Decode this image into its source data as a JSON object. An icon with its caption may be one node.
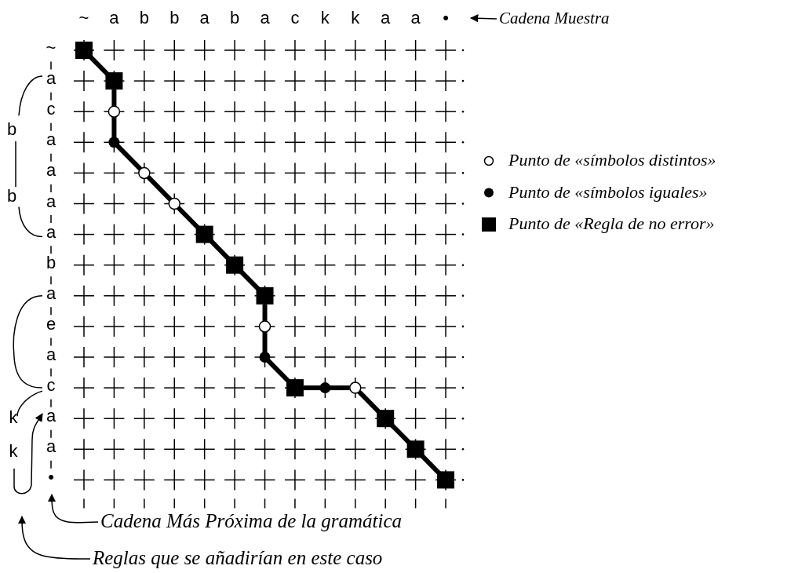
{
  "diagram": {
    "nodes": [
      {
        "text": [],
        "shape": "box"
      },
      {
        "text": [],
        "shape": "box"
      },
      {
        "text": [],
        "shape": "circle"
      },
      {
        "text": [],
        "shape": "dot"
      },
      {
        "text": [],
        "shape": "circle"
      },
      {
        "text": [],
        "shape": "circle"
      },
      {
        "text": [],
        "shape": "box"
      },
      {
        "text": [],
        "shape": "box"
      },
      {
        "text": [],
        "shape": "box"
      },
      {
        "text": [],
        "shape": "circle"
      },
      {
        "text": [],
        "shape": "dot"
      },
      {
        "text": [],
        "shape": "box"
      },
      {
        "text": [],
        "shape": "dot"
      },
      {
        "text": [],
        "shape": "circle"
      },
      {
        "text": [],
        "shape": "box"
      },
      {
        "text": [],
        "shape": "box"
      },
      {
        "text": [],
        "shape": "box"
      },
      {
        "text": [
          "Cadena Muestra"
        ]
      },
      {
        "text": [
          "Cadena Más Próxima de la gramática"
        ]
      },
      {
        "text": [
          "Reglas que se añadirían en este caso"
        ]
      }
    ],
    "edges": [
      {
        "from": 0,
        "to": 1,
        "arrow": "none"
      },
      {
        "from": 1,
        "to": 2,
        "arrow": "none"
      },
      {
        "from": 2,
        "to": 3,
        "arrow": "none"
      },
      {
        "from": 3,
        "to": 4,
        "arrow": "none"
      },
      {
        "from": 4,
        "to": 5,
        "arrow": "none"
      },
      {
        "from": 5,
        "to": 6,
        "arrow": "none"
      },
      {
        "from": 6,
        "to": 7,
        "arrow": "none"
      },
      {
        "from": 7,
        "to": 8,
        "arrow": "none"
      },
      {
        "from": 8,
        "to": 9,
        "arrow": "none"
      },
      {
        "from": 9,
        "to": 10,
        "arrow": "none"
      },
      {
        "from": 10,
        "to": 11,
        "arrow": "none"
      },
      {
        "from": 11,
        "to": 12,
        "arrow": "none"
      },
      {
        "from": 12,
        "to": 13,
        "arrow": "none"
      },
      {
        "from": 13,
        "to": 14,
        "arrow": "none"
      },
      {
        "from": 14,
        "to": 15,
        "arrow": "none"
      },
      {
        "from": 15,
        "to": 16,
        "arrow": "none"
      },
      {
        "from": 17,
        "to": null,
        "arrow": "to"
      },
      {
        "from": 18,
        "to": null,
        "arrow": "to"
      },
      {
        "from": 19,
        "to": null,
        "arrow": "to"
      }
    ],
    "labels": [
      "~",
      "a",
      "b",
      "b",
      "a",
      "b",
      "a",
      "c",
      "k",
      "k",
      "a",
      "a",
      "•",
      "~",
      "a",
      "c",
      "a",
      "a",
      "a",
      "a",
      "b",
      "a",
      "e",
      "a",
      "c",
      "a",
      "a",
      "•",
      "b",
      "b",
      "k",
      "k"
    ],
    "legend": [
      {
        "text": "Punto de «símbolos distintos»"
      },
      {
        "text": "Punto de «símbolos iguales»"
      },
      {
        "text": "Punto de «Regla de no error»"
      }
    ]
  }
}
